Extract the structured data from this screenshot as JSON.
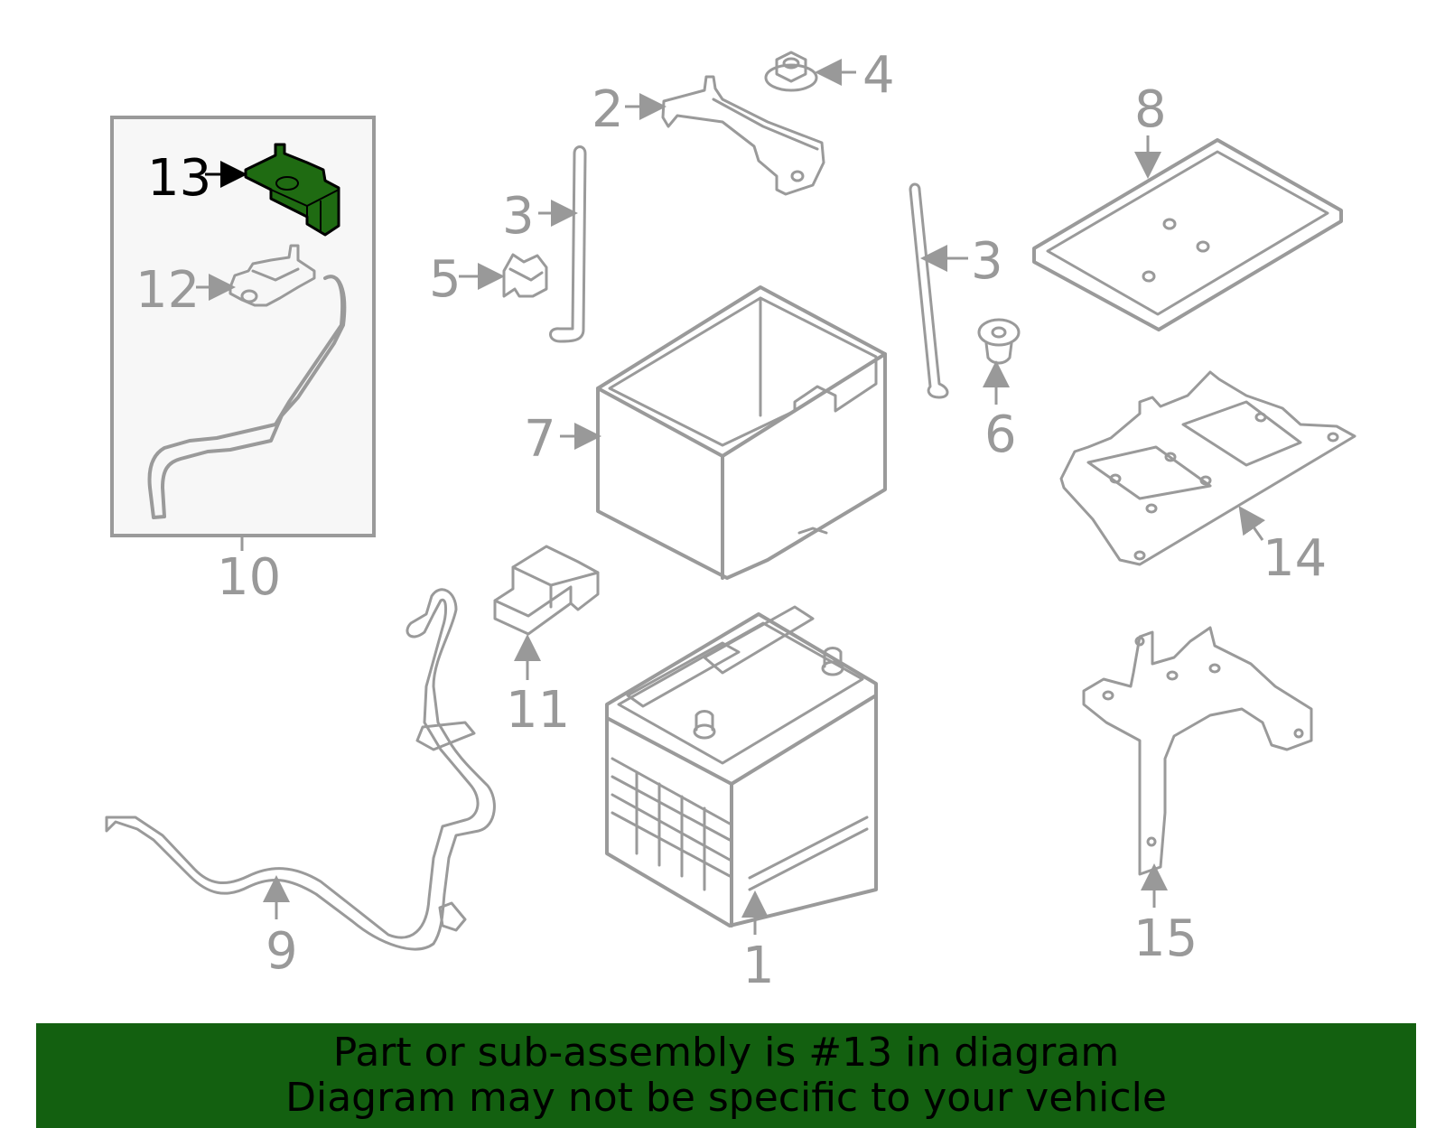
{
  "callouts": {
    "c1": "1",
    "c2": "2",
    "c3a": "3",
    "c3b": "3",
    "c4": "4",
    "c5": "5",
    "c6": "6",
    "c7": "7",
    "c8": "8",
    "c9": "9",
    "c10": "10",
    "c11": "11",
    "c12": "12",
    "c13": "13",
    "c14": "14",
    "c15": "15"
  },
  "highlighted_part": "13",
  "colors": {
    "highlight_fill": "#1f6b12",
    "line_gray": "#9a9a9a",
    "banner_green": "#136010"
  },
  "banner": {
    "line1": "Part or sub-assembly is #13 in diagram",
    "line2": "Diagram may not be specific to your vehicle"
  }
}
